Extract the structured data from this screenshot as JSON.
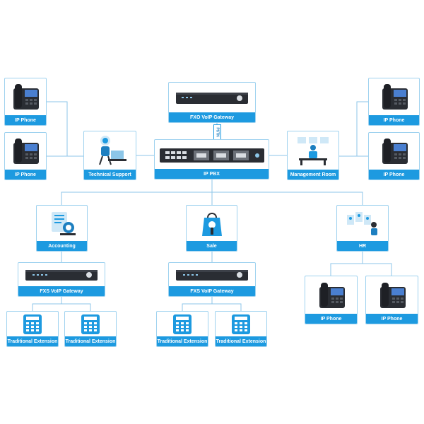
{
  "nodes": {
    "ip_phone_tl1": {
      "label": "IP Phone",
      "icon": "ip-phone-icon"
    },
    "ip_phone_tl2": {
      "label": "IP Phone",
      "icon": "ip-phone-icon"
    },
    "technical_support": {
      "label": "Technical Support",
      "icon": "technical-support-illustration"
    },
    "fxo_gateway": {
      "label": "FXO VoIP Gateway",
      "icon": "voip-gateway-icon"
    },
    "ip_pbx": {
      "label": "IP PBX",
      "icon": "ip-pbx-rack-icon"
    },
    "management_room": {
      "label": "Management Room",
      "icon": "management-room-illustration"
    },
    "ip_phone_tr1": {
      "label": "IP Phone",
      "icon": "ip-phone-icon"
    },
    "ip_phone_tr2": {
      "label": "IP Phone",
      "icon": "ip-phone-icon"
    },
    "accounting": {
      "label": "Accounting",
      "icon": "accounting-illustration"
    },
    "sale": {
      "label": "Sale",
      "icon": "sale-illustration"
    },
    "hr": {
      "label": "HR",
      "icon": "hr-illustration"
    },
    "fxs_gateway_1": {
      "label": "FXS VoIP Gateway",
      "icon": "voip-gateway-icon"
    },
    "fxs_gateway_2": {
      "label": "FXS VoIP Gateway",
      "icon": "voip-gateway-icon"
    },
    "trad_ext_1": {
      "label": "Traditional Extension",
      "icon": "analog-phone-icon"
    },
    "trad_ext_2": {
      "label": "Traditional Extension",
      "icon": "analog-phone-icon"
    },
    "trad_ext_3": {
      "label": "Traditional Extension",
      "icon": "analog-phone-icon"
    },
    "trad_ext_4": {
      "label": "Traditional Extension",
      "icon": "analog-phone-icon"
    },
    "ip_phone_hr1": {
      "label": "IP Phone",
      "icon": "ip-phone-icon"
    },
    "ip_phone_hr2": {
      "label": "IP Phone",
      "icon": "ip-phone-icon"
    }
  },
  "pstn_label": "PSTN",
  "colors": {
    "accent": "#1d9ae0",
    "border": "#9fd2ef",
    "line": "#8cc6e8",
    "device": "#2a2d33"
  }
}
